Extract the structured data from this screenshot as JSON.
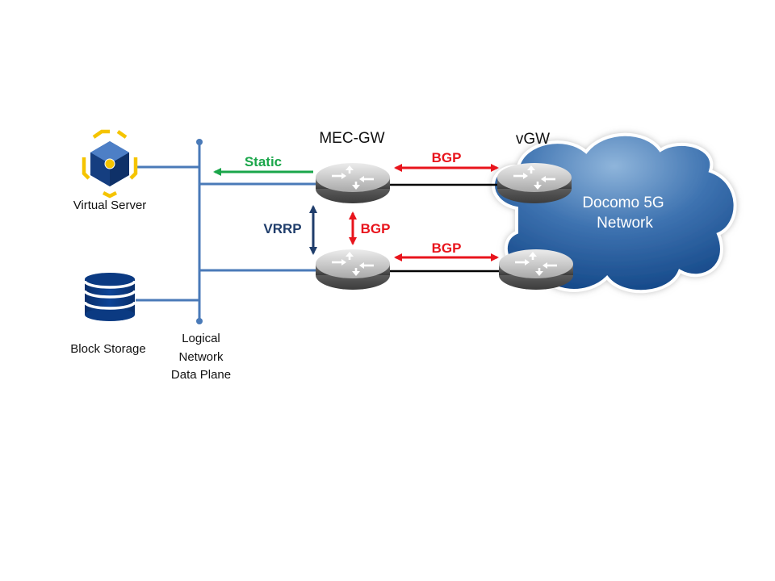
{
  "diagram": {
    "labels": {
      "mec_gw": "MEC-GW",
      "vgw": "vGW",
      "cloud_line1": "Docomo  5G",
      "cloud_line2": "Network",
      "virtual_server": "Virtual Server",
      "block_storage": "Block Storage",
      "logical_line1": "Logical",
      "logical_line2": "Network",
      "logical_line3": "Data Plane"
    },
    "protocols": {
      "static": "Static",
      "vrrp": "VRRP",
      "bgp_top": "BGP",
      "bgp_vertical": "BGP",
      "bgp_bottom": "BGP"
    },
    "colors": {
      "network_line": "#4a7ab8",
      "static_arrow": "#1aa64a",
      "bgp_arrow": "#e8141c",
      "vrrp_arrow": "#1f3d6b",
      "storage": "#0b3a82",
      "server_frame": "#f5c400",
      "cloud_dark": "#0e4488",
      "cloud_light": "#6f9ccb"
    },
    "icons": {
      "virtual_server": "virtual-server-icon",
      "block_storage": "block-storage-icon",
      "router": "router-icon",
      "cloud": "cloud-icon"
    }
  }
}
